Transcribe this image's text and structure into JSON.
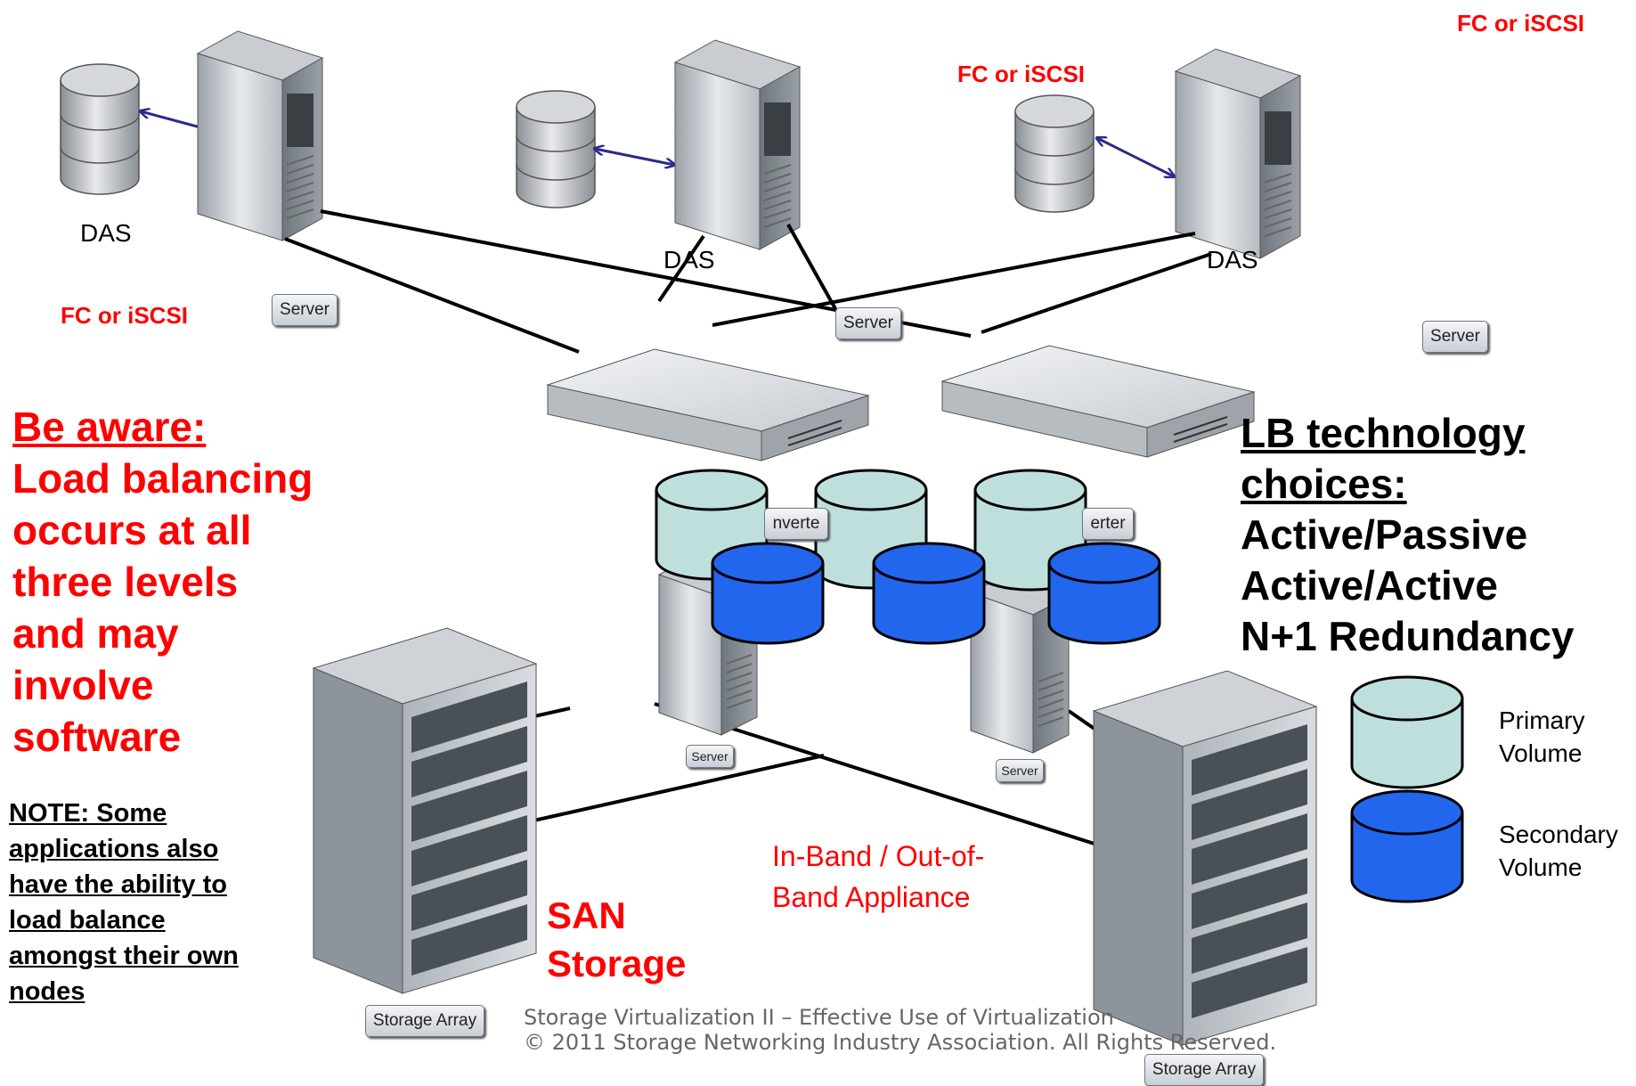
{
  "labels": {
    "fc_top_right": "FC or iSCSI",
    "fc_top_center": "FC or iSCSI",
    "fc_left": "FC or iSCSI",
    "das_1": "DAS",
    "das_2": "DAS",
    "das_3": "DAS"
  },
  "device_labels": {
    "server_1": "Server",
    "server_2": "Server",
    "server_3": "Server",
    "appliance_server_1": "Server",
    "appliance_server_2": "Server",
    "switch_1_partial": "nverte",
    "switch_2_partial": "erter",
    "storage_array_1": "Storage Array",
    "storage_array_2": "Storage Array"
  },
  "be_aware": {
    "title": "Be aware:",
    "lines": [
      "Load balancing",
      "occurs at all",
      "three levels",
      "and may",
      "involve",
      "software"
    ]
  },
  "note": {
    "lines": [
      "NOTE: Some",
      "applications also",
      "have the ability to",
      "load balance",
      "amongst their own",
      "nodes"
    ]
  },
  "lb_choices": {
    "title_lines": [
      "LB technology",
      "choices:"
    ],
    "items": [
      "Active/Passive",
      "Active/Active",
      "N+1 Redundancy"
    ]
  },
  "legend": {
    "primary": [
      "Primary",
      "Volume"
    ],
    "secondary": [
      "Secondary",
      "Volume"
    ]
  },
  "appliance_label": [
    "In-Band / Out-of-",
    "Band Appliance"
  ],
  "san_label": [
    "SAN",
    "Storage"
  ],
  "footer": {
    "line1": "Storage Virtualization II – Effective Use of Virtualization",
    "line2": "© 2011 Storage Networking Industry Association. All Rights Reserved."
  },
  "colors": {
    "accent_red": "#ff0000",
    "primary_volume": "#bfdfdd",
    "secondary_volume": "#2266ee",
    "arrow": "#2a2a8a"
  }
}
